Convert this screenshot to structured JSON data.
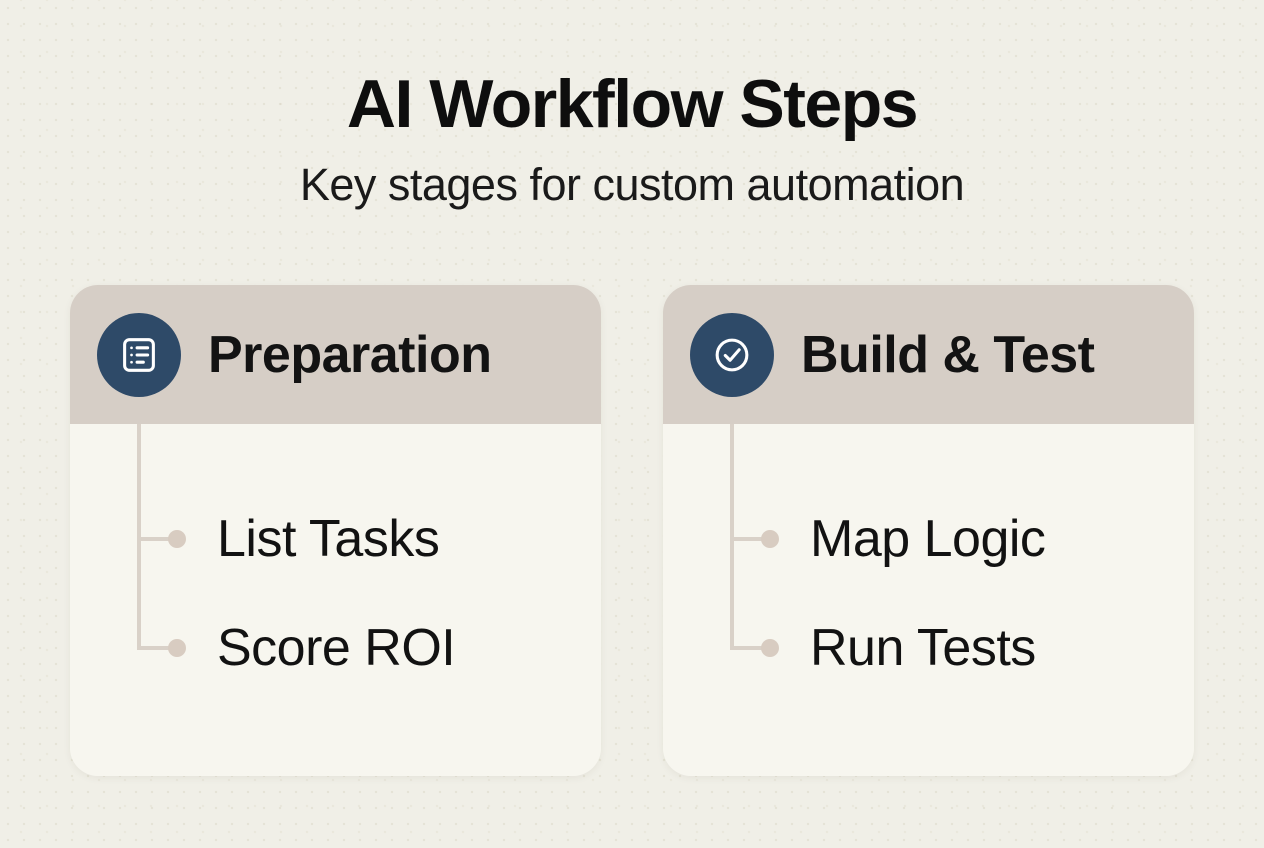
{
  "page": {
    "title": "AI Workflow Steps",
    "subtitle": "Key stages for custom automation"
  },
  "colors": {
    "background": "#f0efe7",
    "card_header": "#d6cec6",
    "card_body": "#f7f6ef",
    "icon_circle": "#2e4a68",
    "icon_glyph": "#ffffff",
    "connector_line": "#d9d1c8",
    "connector_dot": "#d8ccc1",
    "text": "#121212"
  },
  "cards": [
    {
      "title": "Preparation",
      "icon": "list-icon",
      "items": [
        {
          "label": "List Tasks"
        },
        {
          "label": "Score ROI"
        }
      ]
    },
    {
      "title": "Build & Test",
      "icon": "check-circle-icon",
      "items": [
        {
          "label": "Map Logic"
        },
        {
          "label": "Run Tests"
        }
      ]
    }
  ]
}
